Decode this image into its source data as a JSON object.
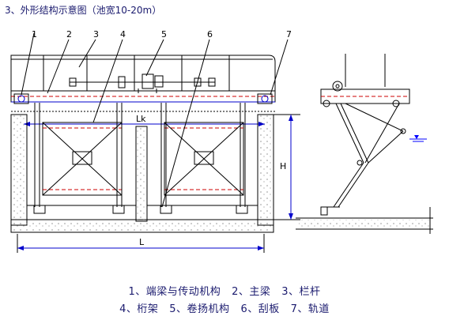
{
  "title": "3、外形结构示意图（池宽10-20m）",
  "callouts": [
    "1",
    "2",
    "3",
    "4",
    "5",
    "6",
    "7"
  ],
  "dimensions": {
    "lk": "Lk",
    "l": "L",
    "h": "H"
  },
  "legend": {
    "line1": "1、端梁与传动机构   2、主梁   3、栏杆",
    "line2": "4、桁架   5、卷扬机构   6、刮板   7、轨道"
  },
  "colors": {
    "line": "#000000",
    "dashed": "#cc0000",
    "blue": "#0000cc",
    "water": "#0000ff"
  }
}
